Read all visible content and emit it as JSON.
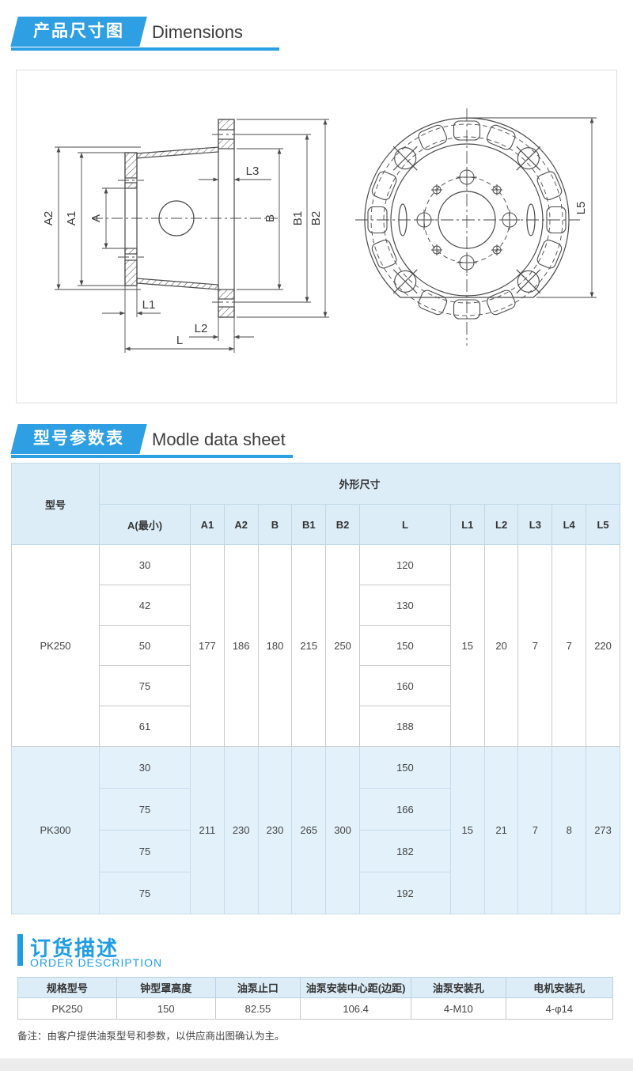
{
  "section_dimensions": {
    "tag": "产品尺寸图",
    "title": "Dimensions"
  },
  "section_datasheet": {
    "tag": "型号参数表",
    "title": "Modle data sheet"
  },
  "section_order": {
    "title": "订货描述",
    "subtitle": "ORDER DESCRIPTION"
  },
  "drawing": {
    "labels": {
      "a": "A",
      "a1": "A1",
      "a2": "A2",
      "b": "B",
      "b1": "B1",
      "b2": "B2",
      "l": "L",
      "l1": "L1",
      "l2": "L2",
      "l3": "L3",
      "l5": "L5"
    }
  },
  "model_table": {
    "model_header": "型号",
    "group_header": "外形尺寸",
    "columns": [
      "A(最小)",
      "A1",
      "A2",
      "B",
      "B1",
      "B2",
      "L",
      "L1",
      "L2",
      "L3",
      "L4",
      "L5"
    ],
    "pk250": {
      "model": "PK250",
      "a_min": [
        "30",
        "42",
        "50",
        "75",
        "61"
      ],
      "l": [
        "120",
        "130",
        "150",
        "160",
        "188"
      ],
      "a1": "177",
      "a2": "186",
      "b": "180",
      "b1": "215",
      "b2": "250",
      "l1": "15",
      "l2": "20",
      "l3": "7",
      "l4": "7",
      "l5": "220"
    },
    "pk300": {
      "model": "PK300",
      "a_min": [
        "30",
        "75",
        "75",
        "75"
      ],
      "l": [
        "150",
        "166",
        "182",
        "192"
      ],
      "a1": "211",
      "a2": "230",
      "b": "230",
      "b1": "265",
      "b2": "300",
      "l1": "15",
      "l2": "21",
      "l3": "7",
      "l4": "8",
      "l5": "273"
    }
  },
  "order_table": {
    "headers": [
      "规格型号",
      "钟型罩高度",
      "油泵止口",
      "油泵安装中心距(边距)",
      "油泵安装孔",
      "电机安装孔"
    ],
    "row": [
      "PK250",
      "150",
      "82.55",
      "106.4",
      "4-M10",
      "4-φ14"
    ]
  },
  "note": "备注：由客户提供油泵型号和参数，以供应商出图确认为主。",
  "colors": {
    "accent": "#2b9fe3"
  }
}
